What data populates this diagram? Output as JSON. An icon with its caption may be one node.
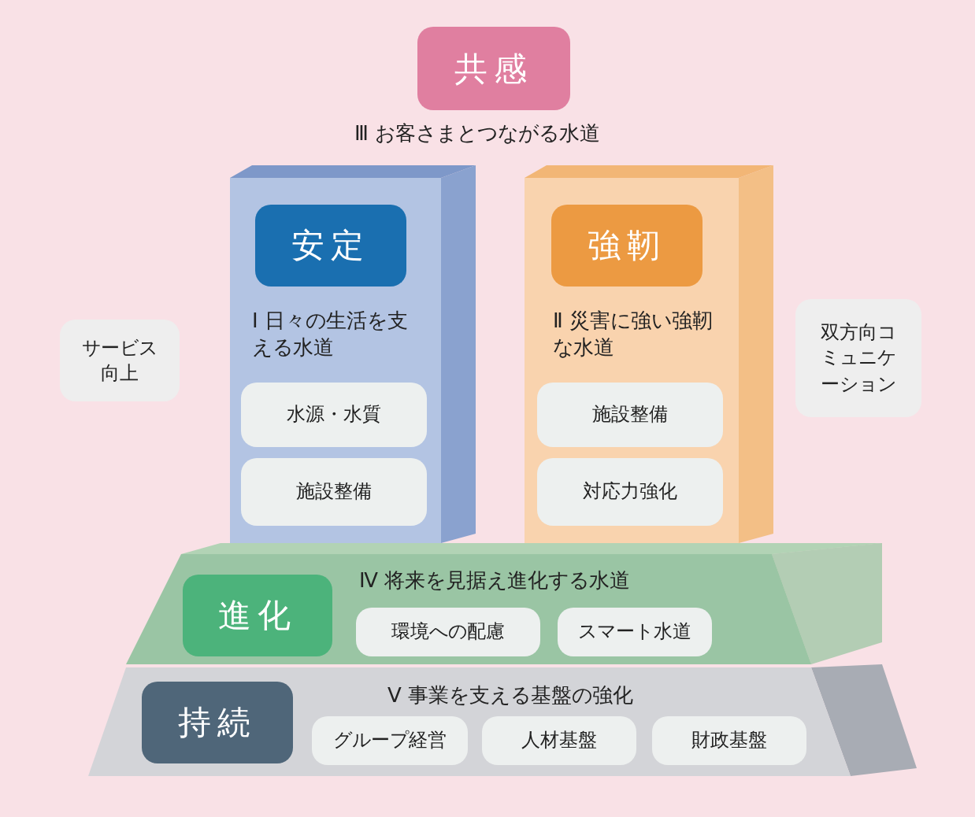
{
  "diagram": {
    "nodes": [
      {
        "text": [
          "共感"
        ],
        "beside": [
          "Ⅲ お客さまとつながる水道"
        ]
      },
      {
        "text": [
          "Ⅰ 日々の生活を支える水道"
        ]
      },
      {
        "text": [
          "安定"
        ],
        "in": 1
      },
      {
        "text": [
          "水源・水質"
        ],
        "in": 1
      },
      {
        "text": [
          "施設整備"
        ],
        "in": 1
      },
      {
        "text": [
          "Ⅱ 災害に強い強靭な水道"
        ]
      },
      {
        "text": [
          "強靭"
        ],
        "in": 5
      },
      {
        "text": [
          "施設整備"
        ],
        "in": 5
      },
      {
        "text": [
          "対応力強化"
        ],
        "in": 5
      },
      {
        "text": [
          "サービス向上"
        ]
      },
      {
        "text": [
          "双方向コミュニケーション"
        ]
      },
      {
        "text": [
          "Ⅳ 将来を見据え進化する水道"
        ]
      },
      {
        "text": [
          "進化"
        ],
        "in": 11
      },
      {
        "text": [
          "環境への配慮"
        ],
        "in": 11
      },
      {
        "text": [
          "スマート水道"
        ],
        "in": 11
      },
      {
        "text": [
          "Ⅴ 事業を支える基盤の強化"
        ]
      },
      {
        "text": [
          "持続"
        ],
        "in": 15
      },
      {
        "text": [
          "グループ経営"
        ],
        "in": 15
      },
      {
        "text": [
          "人材基盤"
        ],
        "in": 15
      },
      {
        "text": [
          "財政基盤"
        ],
        "in": 15
      }
    ]
  }
}
